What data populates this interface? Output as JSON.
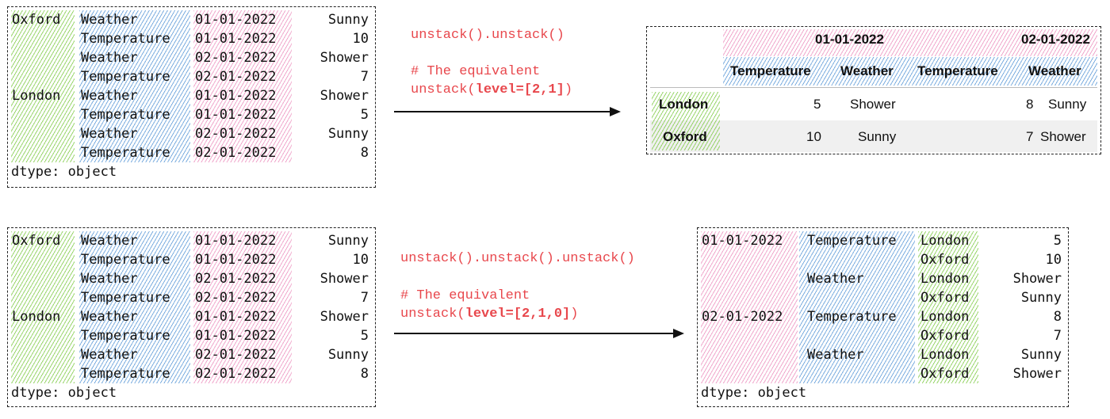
{
  "source_series": {
    "level0": [
      "Oxford",
      "London"
    ],
    "level1": [
      "Weather",
      "Temperature",
      "Weather",
      "Temperature",
      "Weather",
      "Temperature",
      "Weather",
      "Temperature"
    ],
    "level2": [
      "01-01-2022",
      "01-01-2022",
      "02-01-2022",
      "02-01-2022",
      "01-01-2022",
      "01-01-2022",
      "02-01-2022",
      "02-01-2022"
    ],
    "values": [
      "Sunny",
      "10",
      "Shower",
      "7",
      "Shower",
      "5",
      "Sunny",
      "8"
    ],
    "dtype": "dtype: object"
  },
  "code_top": {
    "line1": "unstack().unstack()",
    "comment": "# The equivalent",
    "call_prefix": "unstack(",
    "call_arg": "level=[2,1]",
    "call_suffix": ")"
  },
  "code_bottom": {
    "line1": "unstack().unstack().unstack()",
    "comment": "# The equivalent",
    "call_prefix": "unstack(",
    "call_arg": "level=[2,1,0]",
    "call_suffix": ")"
  },
  "result_table": {
    "dates": [
      "01-01-2022",
      "02-01-2022"
    ],
    "columns": [
      "Temperature",
      "Weather",
      "Temperature",
      "Weather"
    ],
    "rows": [
      {
        "index": "London",
        "cells": [
          "5",
          "Shower",
          "8",
          "Sunny"
        ]
      },
      {
        "index": "Oxford",
        "cells": [
          "10",
          "Sunny",
          "7",
          "Shower"
        ]
      }
    ]
  },
  "result_series": {
    "level0": [
      "01-01-2022",
      "02-01-2022"
    ],
    "level1": [
      "Temperature",
      "Weather",
      "Temperature",
      "Weather"
    ],
    "level2": [
      "London",
      "Oxford",
      "London",
      "Oxford",
      "London",
      "Oxford",
      "London",
      "Oxford"
    ],
    "values": [
      "5",
      "10",
      "Shower",
      "Sunny",
      "8",
      "7",
      "Sunny",
      "Shower"
    ],
    "dtype": "dtype: object"
  }
}
